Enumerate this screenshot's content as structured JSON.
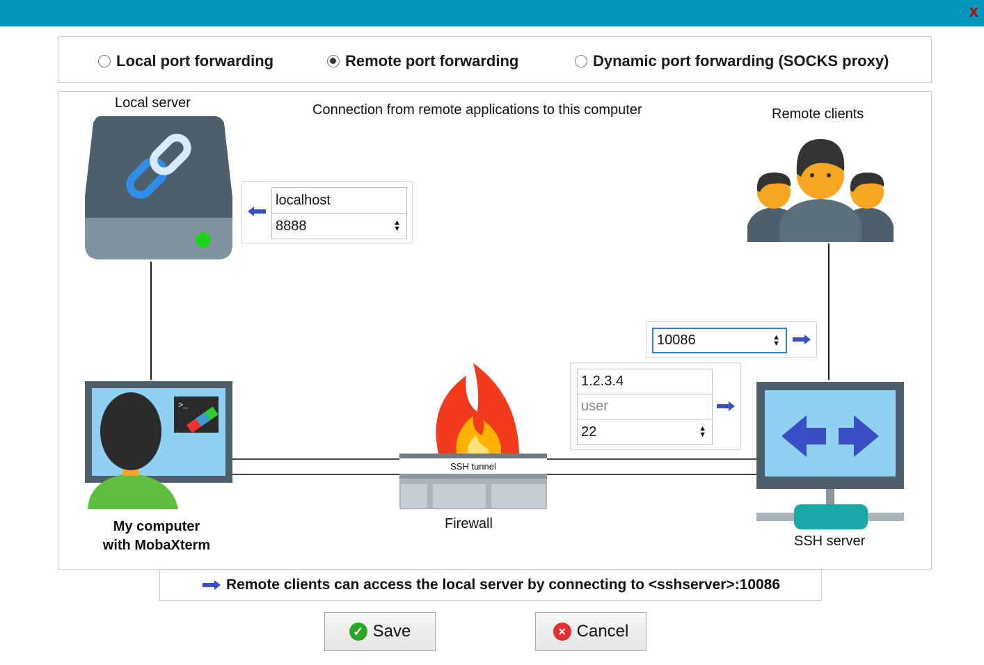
{
  "window": {
    "close_label": "x"
  },
  "modes": [
    {
      "label": "Local port forwarding",
      "selected": false
    },
    {
      "label": "Remote port forwarding",
      "selected": true
    },
    {
      "label": "Dynamic port forwarding (SOCKS proxy)",
      "selected": false
    }
  ],
  "diagram": {
    "description": "Connection from remote applications to this computer",
    "local_server_label": "Local server",
    "remote_clients_label": "Remote clients",
    "my_computer_label_line1": "My computer",
    "my_computer_label_line2": "with MobaXterm",
    "firewall_label": "Firewall",
    "ssh_tunnel_label": "SSH tunnel",
    "ssh_server_label": "SSH server"
  },
  "local_target": {
    "host": "localhost",
    "port": "8888"
  },
  "remote_port": {
    "value": "10086"
  },
  "ssh_server": {
    "host": "1.2.3.4",
    "user_placeholder": "user",
    "port": "22"
  },
  "summary": "Remote clients can access the local server by connecting to <sshserver>:10086",
  "buttons": {
    "save": "Save",
    "cancel": "Cancel"
  },
  "colors": {
    "titlebar": "#0399ba",
    "arrow_blue": "#3a4fc4",
    "save_icon": "#2aa52a",
    "cancel_icon": "#e03030"
  }
}
